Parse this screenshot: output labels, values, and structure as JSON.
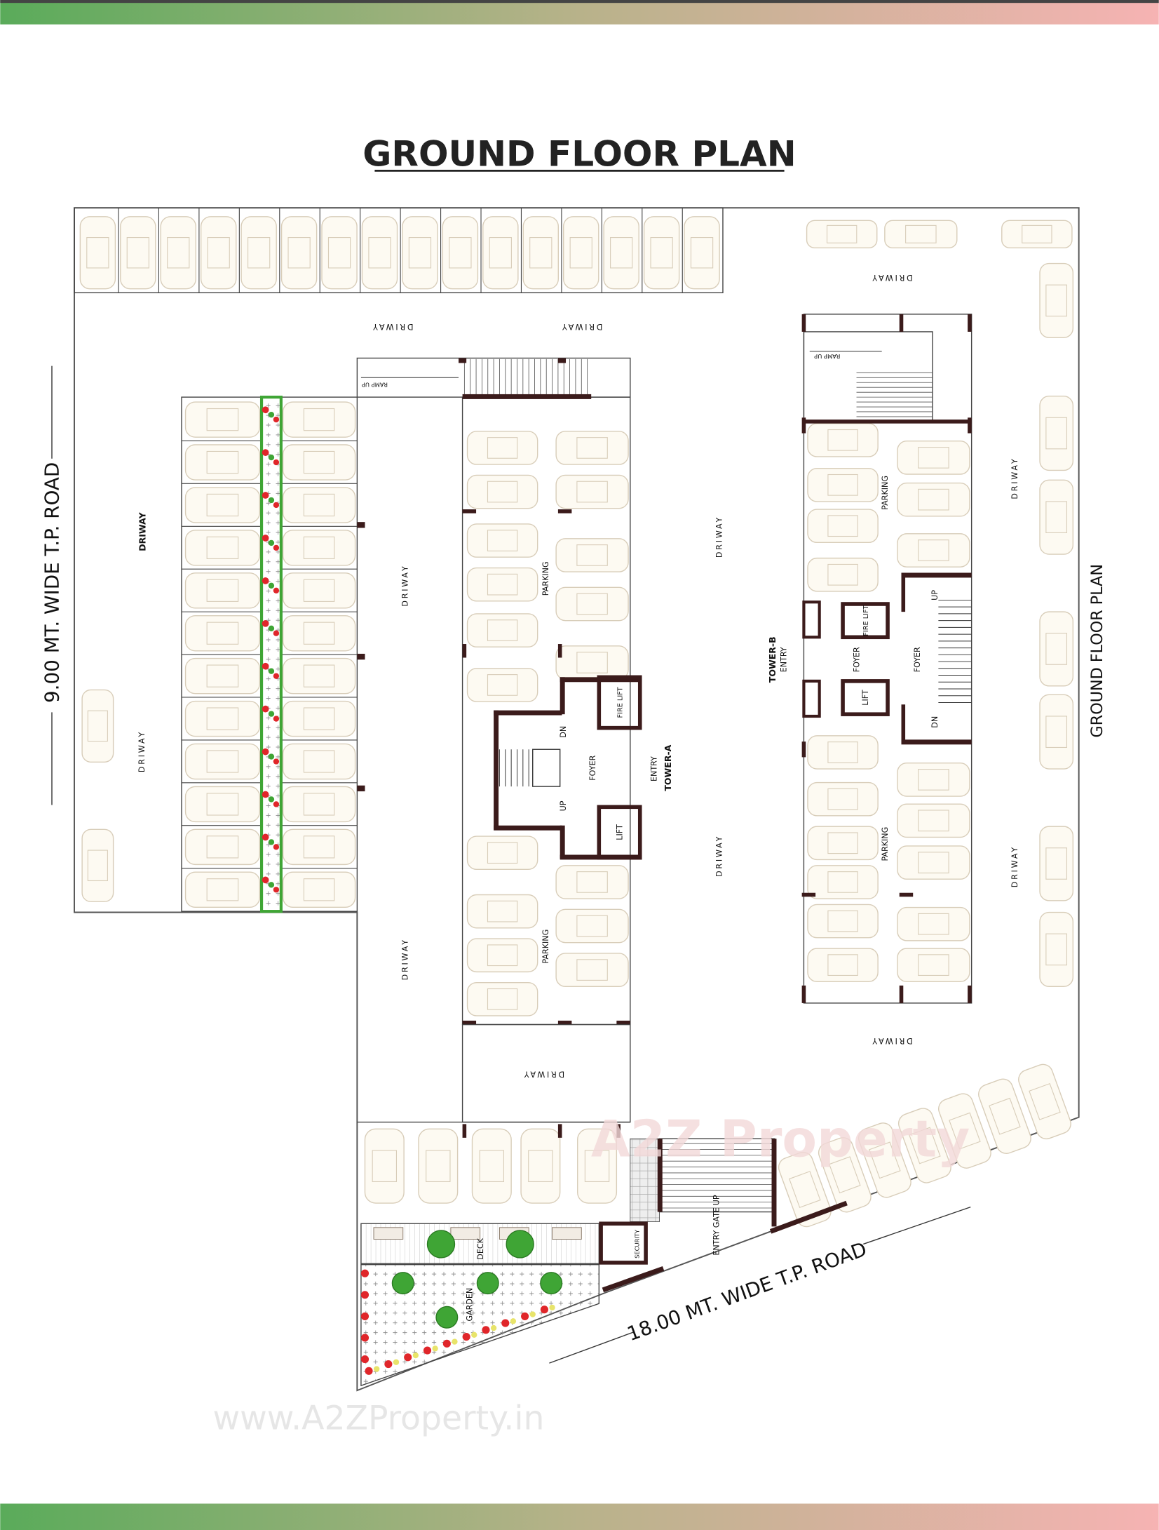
{
  "title": "GROUND FLOOR PLAN",
  "side_label": "GROUND FLOOR PLAN",
  "roads": {
    "left": "9.00 MT. WIDE T.P. ROAD",
    "bottom": "18.00 MT. WIDE T.P. ROAD"
  },
  "labels": {
    "driway": "DRIWAY",
    "driway_spaced": "DRIWAY",
    "parking": "PARKING",
    "foyer": "FOYER",
    "lift": "LIFT",
    "fire_lift": "FIRE LIFT",
    "up": "UP",
    "dn": "DN",
    "entry": "ENTRY",
    "tower_a": "TOWER-A",
    "tower_b": "TOWER-B",
    "ramp_up": "RAMP UP",
    "deck": "DECK",
    "garden": "GARDEN",
    "security": "SECURITY",
    "entry_gate": "ENTRY GATE",
    "gate_up": "UP"
  },
  "watermark": {
    "url": "www.A2ZProperty.in",
    "logo": "A2Z Property"
  },
  "colors": {
    "wall": "#3b1b1b",
    "car_outline": "#d8cdb9",
    "car_fill": "#fdfaf2",
    "header_bar_start": "#5aab5a",
    "header_bar_end": "#f6b3b3",
    "garden_green": "#3fa535",
    "flower_red": "#e0262a"
  }
}
